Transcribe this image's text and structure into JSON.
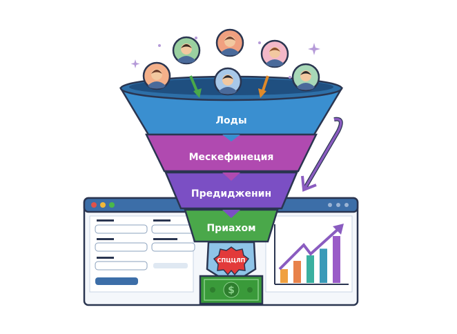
{
  "funnel": {
    "stages": [
      {
        "label": "Лоды",
        "color": "#3a8fd0"
      },
      {
        "label": "Мескефинеция",
        "color": "#b04ab0"
      },
      {
        "label": "Предидженин",
        "color": "#7b4fc4"
      },
      {
        "label": "Приахом",
        "color": "#4aa84a"
      }
    ],
    "badge": "СПЦЦЛП",
    "bottom_color": "#8fc4e8"
  },
  "chart_bars": [
    0.25,
    0.4,
    0.5,
    0.62,
    0.85
  ],
  "colors": {
    "outline": "#2a3550",
    "window_bar": "#3c6ea8",
    "money": "#3a9a3a",
    "arrow": "#8a5cc0"
  }
}
